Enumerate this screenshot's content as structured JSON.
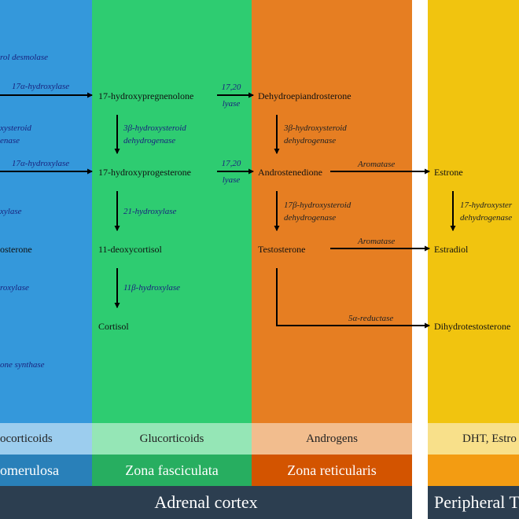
{
  "colors": {
    "glomerulosa": "#3498db",
    "fasciculata": "#2ecc71",
    "reticularis": "#e67e22",
    "peripheral": "#f1c40f",
    "glomerulosa_label": "#9ccdee",
    "fasciculata_label": "#95e6b6",
    "reticularis_label": "#f2bd8e",
    "peripheral_label": "#f8e08a",
    "glomerulosa_zone": "#2980b9",
    "fasciculata_zone": "#27ae60",
    "reticularis_zone": "#d35400",
    "peripheral_zone": "#f39c12",
    "banner": "#2c3e50"
  },
  "glomerulosa": {
    "enzymes": {
      "desmolase": "rol desmolase",
      "hydroxylase_a": "17α-hydroxylase",
      "hsd_1": "xysteroid",
      "hsd_2": "enase",
      "hydroxylase_b": "17α-hydroxylase",
      "hydroxylase_21": "xylase",
      "hydroxylase_11": "roxylase",
      "synthase": "one synthase"
    },
    "compounds": {
      "corticosterone": "osterone"
    },
    "class_label": "ocorticoids",
    "zone_label": "omerulosa"
  },
  "fasciculata": {
    "compounds": {
      "preg17": "17-hydroxypregnenolone",
      "prog17": "17-hydroxyprogesterone",
      "deoxycortisol": "11-deoxycortisol",
      "cortisol": "Cortisol"
    },
    "enzymes": {
      "hsd_1": "3β-hydroxysteroid",
      "hsd_2": "dehydrogenase",
      "hydroxylase_21": "21-hydroxylase",
      "hydroxylase_11": "11β-hydroxylase"
    },
    "class_label": "Glucorticoids",
    "zone_label": "Zona fasciculata"
  },
  "lyase": {
    "top_1": "17,20",
    "top_2": "lyase",
    "mid_1": "17,20",
    "mid_2": "lyase"
  },
  "reticularis": {
    "compounds": {
      "dhea": "Dehydroepiandrosterone",
      "androstenedione": "Androstenedione",
      "testosterone": "Testosterone"
    },
    "enzymes": {
      "hsd3_1": "3β-hydroxysteroid",
      "hsd3_2": "dehydrogenase",
      "hsd17_1": "17β-hydroxysteroid",
      "hsd17_2": "dehydrogenase",
      "aromatase_1": "Aromatase",
      "aromatase_2": "Aromatase",
      "reductase": "5α-reductase"
    },
    "class_label": "Androgens",
    "zone_label": "Zona reticularis"
  },
  "peripheral": {
    "compounds": {
      "estrone": "Estrone",
      "estradiol": "Estradiol",
      "dht": "Dihydrotestosterone"
    },
    "enzymes": {
      "hsd17_1": "17-hydroxyster",
      "hsd17_2": "dehydrogenase"
    },
    "class_label": "DHT, Estro",
    "banner": "Peripheral T"
  },
  "banners": {
    "adrenal": "Adrenal cortex"
  }
}
